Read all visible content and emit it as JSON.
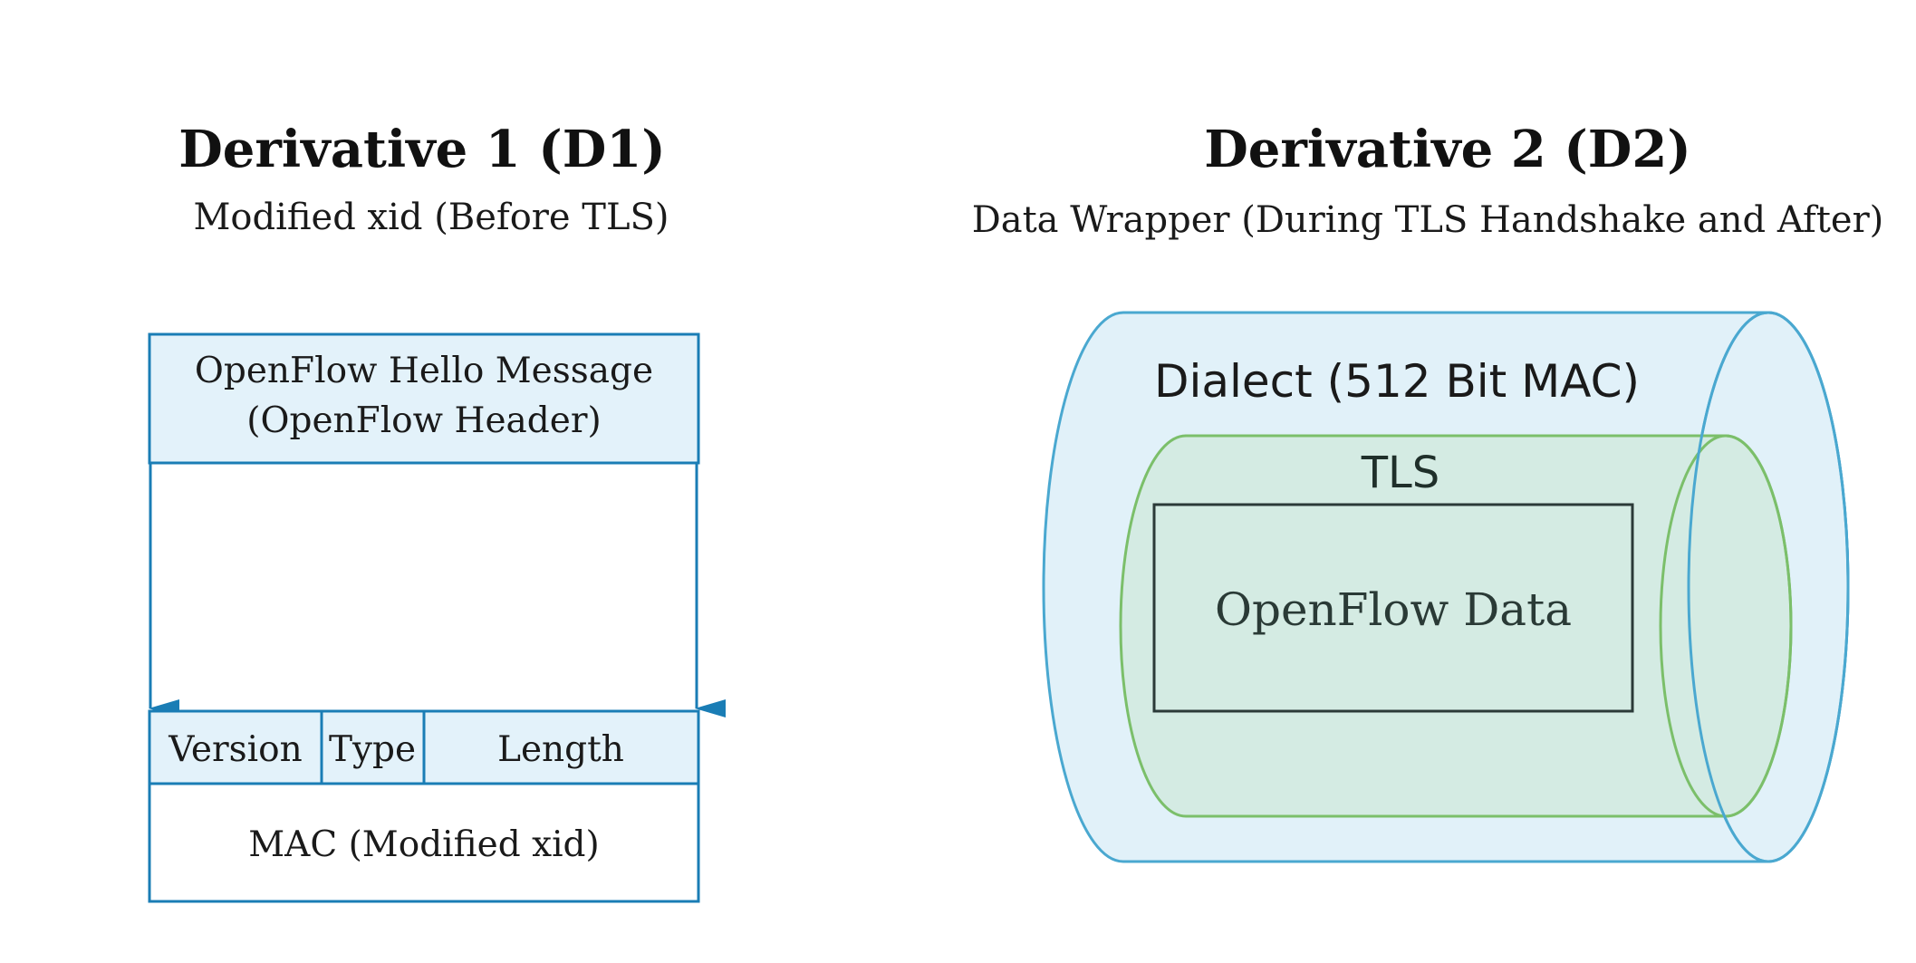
{
  "d1": {
    "title": "Derivative 1 (D1)",
    "subtitle": "Modified xid (Before TLS)",
    "hello_line1": "OpenFlow Hello Message",
    "hello_line2": "(OpenFlow Header)",
    "fields": [
      "Version",
      "Type",
      "Length"
    ],
    "mac": "MAC (Modified xid)"
  },
  "d2": {
    "title": "Derivative 2 (D2)",
    "subtitle": "Data Wrapper (During TLS Handshake and After)",
    "dialect": "Dialect (512 Bit MAC)",
    "tls": "TLS",
    "data": "OpenFlow Data"
  },
  "colors": {
    "blue_stroke": "#1a7db5",
    "blue_fill": "#e3f2fa",
    "cylinder_stroke": "#4aa8d0",
    "cylinder_fill": "#e1f1f9",
    "green_stroke": "#7bbf6a",
    "green_fill": "#d4ebe3",
    "dark_box": "#2b3a38"
  }
}
